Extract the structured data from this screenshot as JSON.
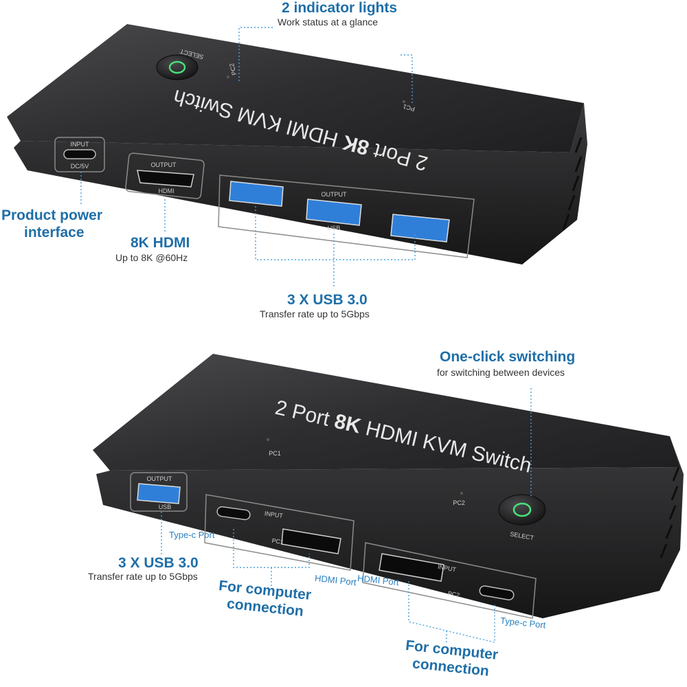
{
  "colors": {
    "callout_heading": "#1f6fa8",
    "callout_text": "#333333",
    "port_label": "#2a7fbf",
    "device_body": "#2b2b2d",
    "usb_blue": "#2f7fd9",
    "led_green": "#46e27a"
  },
  "top_device": {
    "title_prefix": "2 Port",
    "title_bold": "8K",
    "title_suffix": "HDMI KVM Switch",
    "led_pc1": "PC1",
    "led_pc2": "PC2",
    "select_label": "SELECT",
    "power_top": "INPUT",
    "power_bottom": "DC/5V",
    "hdmi_top": "OUTPUT",
    "hdmi_bottom": "HDMI",
    "usb_top": "OUTPUT",
    "usb_bottom": "USB"
  },
  "top_callouts": {
    "indicator_title": "2 indicator lights",
    "indicator_sub": "Work status at a glance",
    "power_title_1": "Product power",
    "power_title_2": "interface",
    "hdmi_title": "8K HDMI",
    "hdmi_sub": "Up to 8K @60Hz",
    "usb_title": "3 X USB 3.0",
    "usb_sub": "Transfer rate up to 5Gbps"
  },
  "bottom_device": {
    "title_prefix": "2 Port",
    "title_bold": "8K",
    "title_suffix": "HDMI KVM Switch",
    "led_pc1": "PC1",
    "led_pc2": "PC2",
    "select_label": "SELECT",
    "usb_top": "OUTPUT",
    "usb_bottom": "USB",
    "pc1_top": "INPUT",
    "pc1_bottom": "PC1",
    "pc2_top": "INPUT",
    "pc2_bottom": "PC2"
  },
  "bottom_callouts": {
    "switch_title": "One-click switching",
    "switch_sub": "for switching between devices",
    "usb_title": "3 X USB 3.0",
    "usb_sub": "Transfer rate up to 5Gbps",
    "typec_left": "Type-c Port",
    "hdmi_left": "HDMI Port",
    "computer_left_1": "For computer",
    "computer_left_2": "connection",
    "hdmi_right": "HDMI Port",
    "typec_right": "Type-c Port",
    "computer_right_1": "For computer",
    "computer_right_2": "connection"
  }
}
